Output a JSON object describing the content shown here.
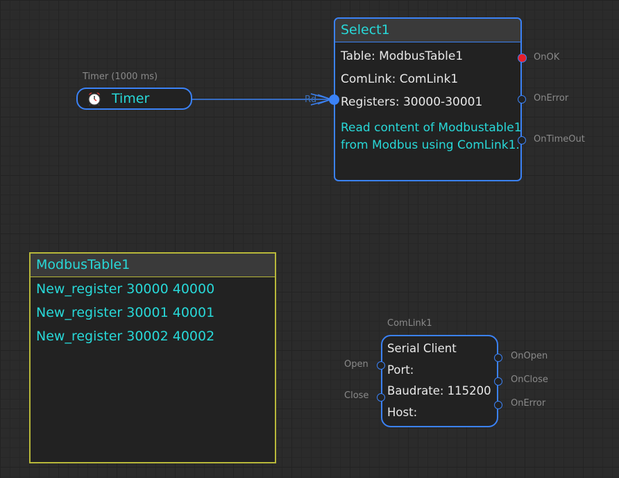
{
  "timer": {
    "caption": "Timer (1000 ms)",
    "name": "Timer",
    "icon": "alarm-clock-icon"
  },
  "select": {
    "title": "Select1",
    "table": "Table: ModbusTable1",
    "comlink": "ComLink: ComLink1",
    "registers": "Registers: 30000-30001",
    "description": "Read content of Modbustable1 from Modbus using ComLink1.",
    "input_label": "Rd",
    "outputs": [
      "OnOK",
      "OnError",
      "OnTimeOut"
    ]
  },
  "modbus_table": {
    "title": "ModbusTable1",
    "rows": [
      "New_register 30000 40000",
      "New_register 30001 40001",
      "New_register 30002 40002"
    ]
  },
  "serial": {
    "caption": "ComLink1",
    "type": "Serial Client",
    "port": "Port:",
    "baudrate": "Baudrate: 115200",
    "host": "Host:",
    "inputs": [
      "Open",
      "Close"
    ],
    "outputs": [
      "OnOpen",
      "OnClose",
      "OnError"
    ]
  },
  "colors": {
    "background": "#2b2b2b",
    "accent_blue": "#3b82f6",
    "cyan_text": "#28d8d8",
    "table_border": "#b8b83a",
    "active_port": "#e8202a"
  }
}
